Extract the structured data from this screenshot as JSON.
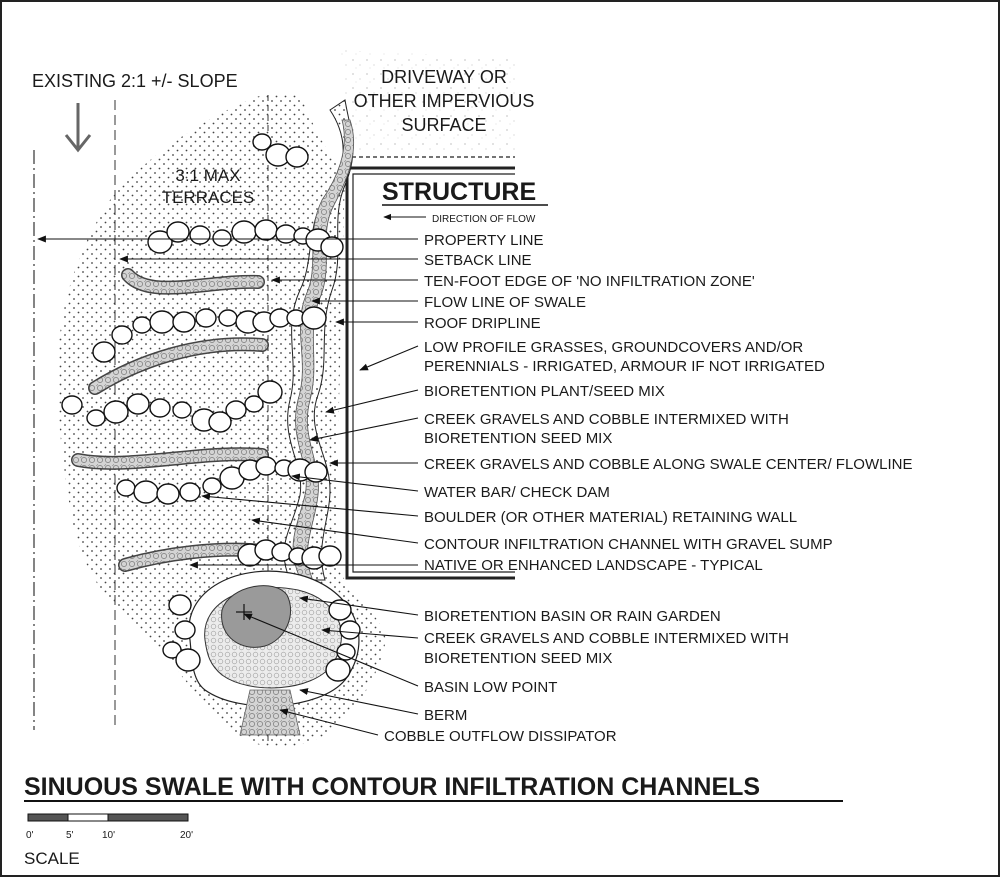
{
  "labels": {
    "slope": "EXISTING 2:1 +/- SLOPE",
    "driveway_1": "DRIVEWAY OR",
    "driveway_2": "OTHER IMPERVIOUS",
    "driveway_3": "SURFACE",
    "terraces_1": "3:1 MAX",
    "terraces_2": "TERRACES",
    "structure": "STRUCTURE",
    "direction_of_flow": "DIRECTION OF FLOW"
  },
  "callouts": [
    {
      "id": "property-line",
      "lines": [
        "PROPERTY LINE"
      ]
    },
    {
      "id": "setback-line",
      "lines": [
        "SETBACK LINE"
      ]
    },
    {
      "id": "ten-foot-edge",
      "lines": [
        "TEN-FOOT EDGE OF 'NO INFILTRATION ZONE'"
      ]
    },
    {
      "id": "flow-line",
      "lines": [
        "FLOW LINE OF SWALE"
      ]
    },
    {
      "id": "roof-dripline",
      "lines": [
        "ROOF DRIPLINE"
      ]
    },
    {
      "id": "low-profile",
      "lines": [
        "LOW PROFILE GRASSES, GROUNDCOVERS AND/OR",
        "PERENNIALS - IRRIGATED, ARMOUR IF NOT IRRIGATED"
      ]
    },
    {
      "id": "bioretention-plant-mix",
      "lines": [
        "BIORETENTION PLANT/SEED MIX"
      ]
    },
    {
      "id": "creek-gravels-1",
      "lines": [
        "CREEK GRAVELS AND COBBLE INTERMIXED WITH",
        "BIORETENTION SEED MIX"
      ]
    },
    {
      "id": "creek-gravels-center",
      "lines": [
        "CREEK GRAVELS AND COBBLE ALONG SWALE CENTER/ FLOWLINE"
      ]
    },
    {
      "id": "water-bar",
      "lines": [
        "WATER BAR/ CHECK DAM"
      ]
    },
    {
      "id": "boulder-wall",
      "lines": [
        "BOULDER (OR OTHER MATERIAL) RETAINING WALL"
      ]
    },
    {
      "id": "contour-channel",
      "lines": [
        "CONTOUR INFILTRATION CHANNEL WITH GRAVEL SUMP"
      ]
    },
    {
      "id": "native-landscape",
      "lines": [
        "NATIVE OR ENHANCED LANDSCAPE - TYPICAL"
      ]
    },
    {
      "id": "basin",
      "lines": [
        "BIORETENTION BASIN OR RAIN GARDEN"
      ]
    },
    {
      "id": "creek-gravels-2",
      "lines": [
        "CREEK GRAVELS AND COBBLE INTERMIXED WITH",
        "BIORETENTION SEED MIX"
      ]
    },
    {
      "id": "basin-low-point",
      "lines": [
        "BASIN LOW POINT"
      ]
    },
    {
      "id": "berm",
      "lines": [
        "BERM"
      ]
    },
    {
      "id": "outflow",
      "lines": [
        "COBBLE OUTFLOW DISSIPATOR"
      ]
    }
  ],
  "title": "SINUOUS SWALE WITH CONTOUR INFILTRATION CHANNELS",
  "scale": {
    "label": "SCALE",
    "ticks": [
      "0'",
      "5'",
      "10'",
      "20'"
    ]
  }
}
